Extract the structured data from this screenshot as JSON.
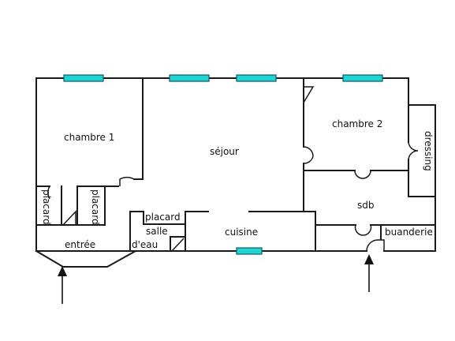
{
  "rooms": {
    "chambre1": "chambre 1",
    "sejour": "séjour",
    "chambre2": "chambre 2",
    "dressing": "dressing",
    "placard_left": "placard",
    "placard_right": "placard",
    "placard_small": "placard",
    "salle": "salle",
    "deau": "d'eau",
    "cuisine": "cuisine",
    "sdb": "sdb",
    "buanderie": "buanderie",
    "entree": "entrée"
  },
  "colors": {
    "window": "#22d3d6",
    "wall": "#1a1a1a"
  },
  "icons": {
    "window": "window-icon",
    "door": "door-swing-icon",
    "entrance": "entrance-arrow-icon"
  }
}
